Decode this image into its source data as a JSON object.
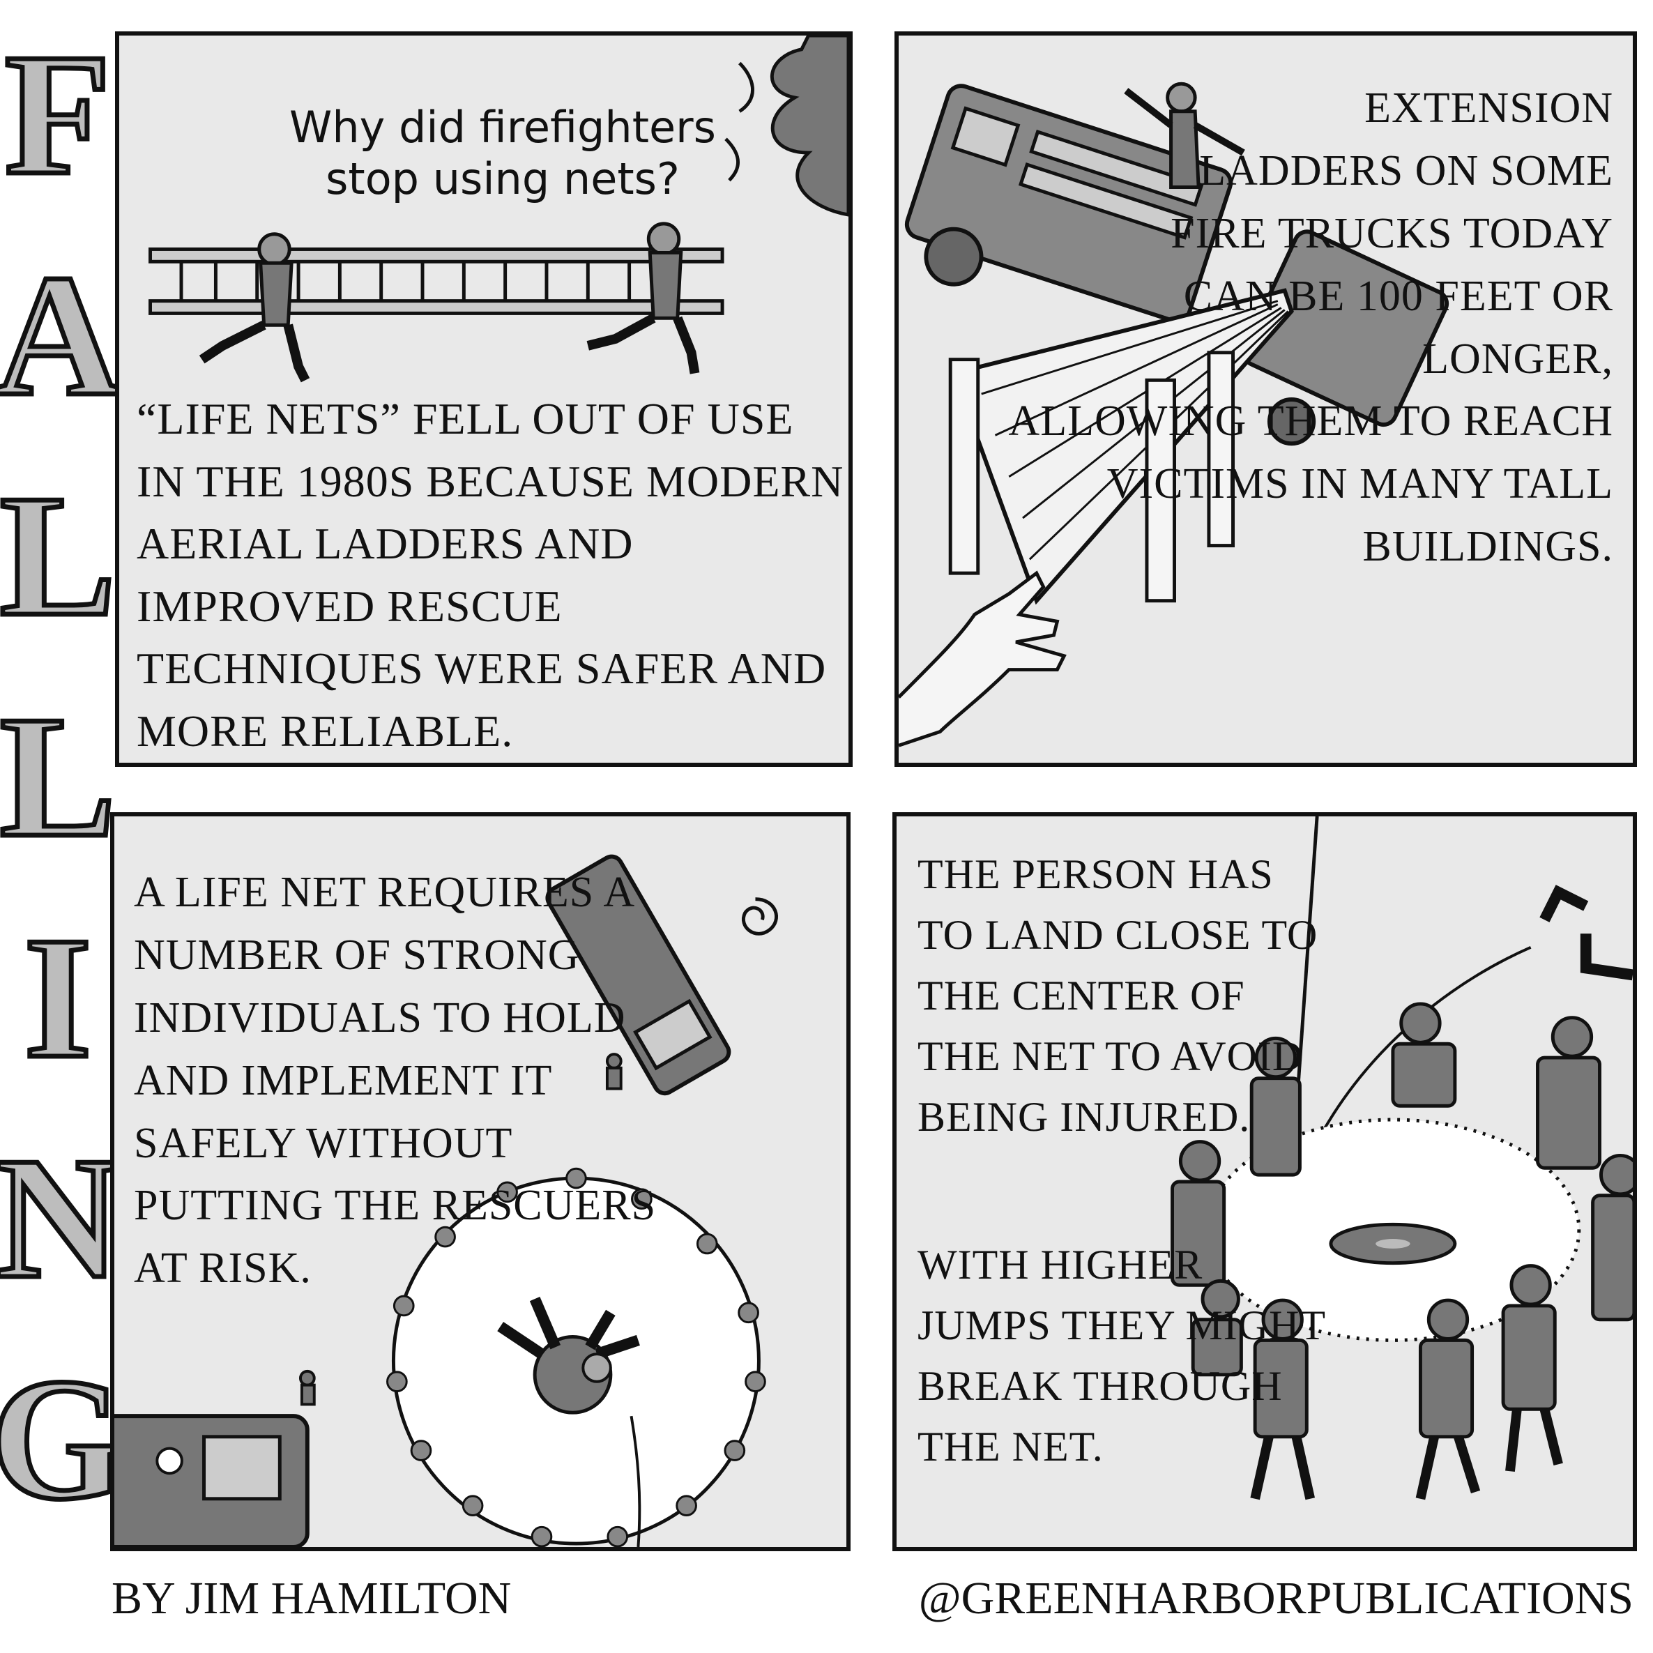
{
  "title_letters": [
    "F",
    "A",
    "L",
    "L",
    "I",
    "N",
    "G"
  ],
  "panel1": {
    "question": "Why did firefighters stop using nets?",
    "text": "“LIFE NETS” FELL OUT OF USE IN THE 1980S BECAUSE MODERN AERIAL LADDERS AND IMPROVED RESCUE TECHNIQUES WERE SAFER AND MORE RELIABLE."
  },
  "panel2": {
    "text_narrow": "EXTENSION LADDERS ON SOME FIRE TRUCKS TODAY CAN BE 100 FEET OR LONGER,",
    "text_wide": "ALLOWING THEM TO REACH VICTIMS IN MANY TALL BUILDINGS."
  },
  "panel3": {
    "text": "A LIFE NET REQUIRES A NUMBER OF STRONG INDIVIDUALS TO HOLD AND IMPLEMENT IT SAFELY WITHOUT PUTTING THE RESCUERS AT RISK."
  },
  "panel4": {
    "text_top": "THE PERSON HAS TO LAND CLOSE TO THE CENTER OF THE NET TO AVOID BEING INJURED.",
    "text_bottom": "WITH HIGHER JUMPS THEY MIGHT BREAK THROUGH THE NET."
  },
  "credits": {
    "author": "BY JIM HAMILTON",
    "handle": "@GREENHARBORPUBLICATIONS"
  }
}
